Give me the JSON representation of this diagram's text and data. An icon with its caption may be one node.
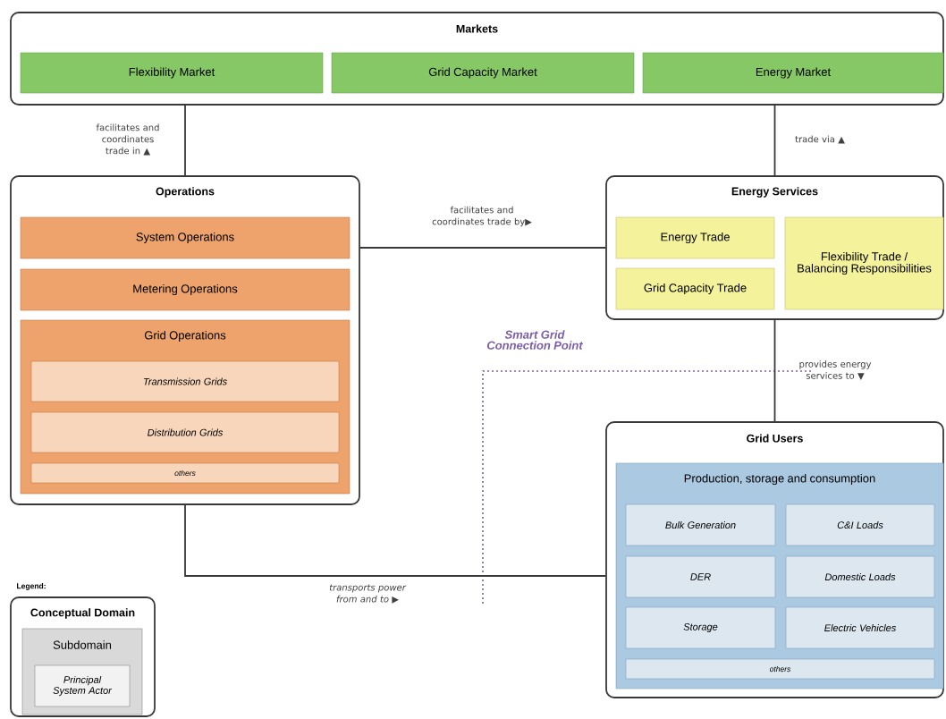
{
  "diagram": {
    "nodes": [
      {
        "text": [
          "Markets"
        ]
      },
      {
        "text": [
          "Flexibility Market"
        ],
        "in": 0
      },
      {
        "text": [
          "Grid Capacity Market"
        ],
        "in": 0
      },
      {
        "text": [
          "Energy Market"
        ],
        "in": 0
      },
      {
        "text": [
          "Operations"
        ]
      },
      {
        "text": [
          "System Operations"
        ],
        "in": 4
      },
      {
        "text": [
          "Metering Operations"
        ],
        "in": 4
      },
      {
        "text": [
          "Grid Operations"
        ],
        "in": 4
      },
      {
        "text": [
          "Transmission Grids"
        ],
        "in": 7
      },
      {
        "text": [
          "Distribution Grids"
        ],
        "in": 7
      },
      {
        "text": [
          "others"
        ],
        "in": 7
      },
      {
        "text": [
          "Energy Services"
        ]
      },
      {
        "text": [
          "Energy Trade"
        ],
        "in": 11
      },
      {
        "text": [
          "Grid Capacity Trade"
        ],
        "in": 11
      },
      {
        "text": [
          "Flexibility Trade / Balancing Responsibilities"
        ],
        "in": 11
      },
      {
        "text": [
          "Grid Users"
        ]
      },
      {
        "text": [
          "Production, storage and consumption"
        ],
        "in": 15
      },
      {
        "text": [
          "Bulk Generation"
        ],
        "in": 16
      },
      {
        "text": [
          "C&I Loads"
        ],
        "in": 16
      },
      {
        "text": [
          "DER"
        ],
        "in": 16
      },
      {
        "text": [
          "Domestic Loads"
        ],
        "in": 16
      },
      {
        "text": [
          "Storage"
        ],
        "in": 16
      },
      {
        "text": [
          "Electric Vehicles"
        ],
        "in": 16
      },
      {
        "text": [
          "others"
        ],
        "in": 16
      },
      {
        "text": [
          "Conceptual Domain"
        ]
      },
      {
        "text": [
          "Subdomain"
        ],
        "in": 24
      },
      {
        "text": [
          "Principal System Actor"
        ],
        "in": 25
      }
    ],
    "edges": [
      {
        "from": 4,
        "to": 0,
        "arrow": "none",
        "label": "facilitates and coordinates trade in ▲"
      },
      {
        "from": 11,
        "to": 0,
        "arrow": "none",
        "label": "trade via ▲"
      },
      {
        "from": 4,
        "to": 11,
        "arrow": "none",
        "label": "facilitates and coordinates trade by▶"
      },
      {
        "from": 11,
        "to": 15,
        "arrow": "none",
        "label": "provides energy services to ▼"
      },
      {
        "from": 4,
        "to": 15,
        "arrow": "none",
        "label": "transports power from and to ▶"
      }
    ],
    "labels": [
      "Smart Grid Connection Point",
      "Legend:"
    ]
  }
}
